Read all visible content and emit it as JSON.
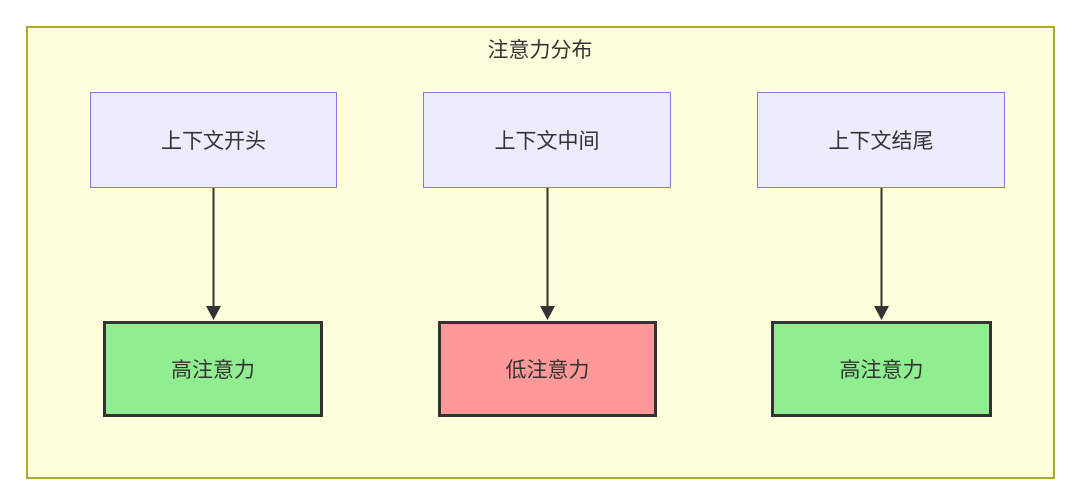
{
  "diagram": {
    "title": "注意力分布",
    "columns": [
      {
        "source": {
          "label": "上下文开头"
        },
        "target": {
          "label": "高注意力",
          "level": "high"
        }
      },
      {
        "source": {
          "label": "上下文中间"
        },
        "target": {
          "label": "低注意力",
          "level": "low"
        }
      },
      {
        "source": {
          "label": "上下文结尾"
        },
        "target": {
          "label": "高注意力",
          "level": "high"
        }
      }
    ],
    "colors": {
      "container_bg": "#FFFFDE",
      "container_border": "#AAAA33",
      "source_bg": "#ECECFF",
      "source_border": "#9370DB",
      "high_bg": "#90EE90",
      "low_bg": "#FF9999",
      "target_border": "#333333",
      "arrow": "#333333",
      "text": "#333333"
    }
  }
}
